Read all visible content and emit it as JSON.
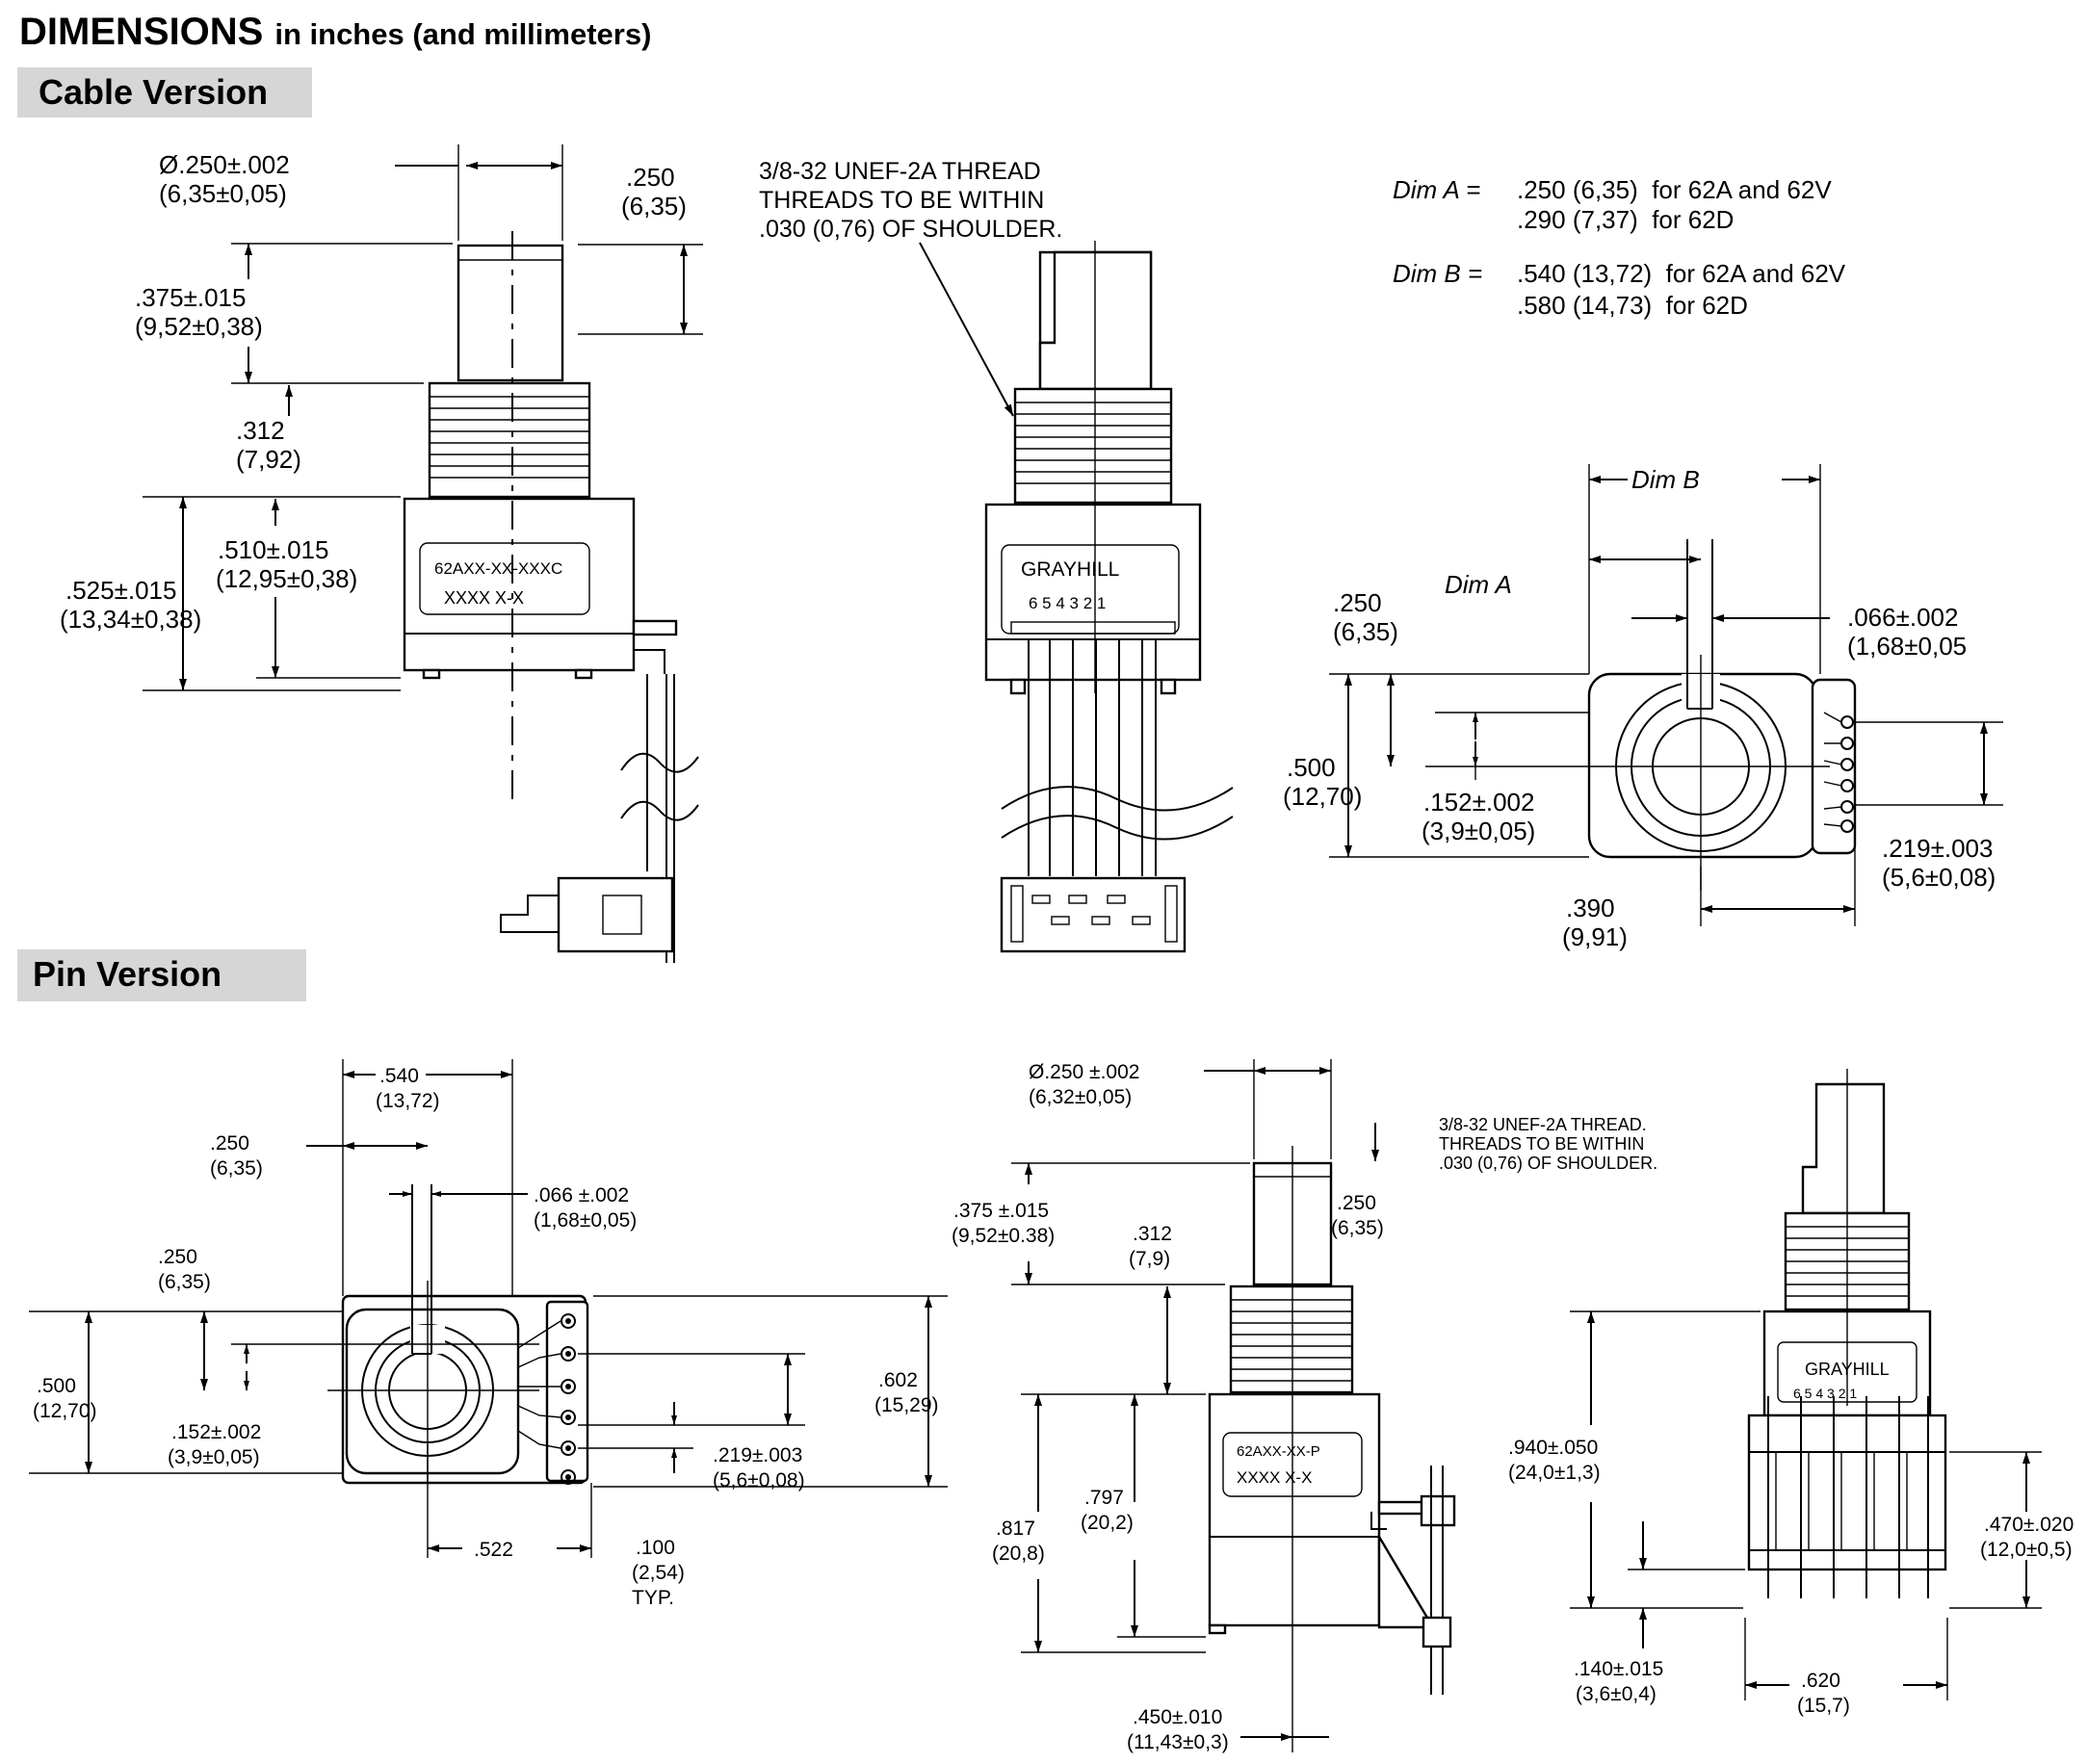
{
  "title": "DIMENSIONS",
  "title_sub": "in inches (and millimeters)",
  "cable": {
    "heading": "Cable Version",
    "side": {
      "shaft_dia": [
        "Ø.250±.002",
        "(6,35±0,05)"
      ],
      "flat": [
        ".250",
        "(6,35)"
      ],
      "shaft_len": [
        ".375±.015",
        "(9,52±0,38)"
      ],
      "bushing": [
        ".312",
        "(7,92)"
      ],
      "body_inner": [
        ".510±.015",
        "(12,95±0,38)"
      ],
      "body_total": [
        ".525±.015",
        "(13,34±0,38)"
      ],
      "marking1": "62AXX-XX-XXXC",
      "marking2": "XXXX X-X"
    },
    "front": {
      "thread_note": [
        "3/8-32 UNEF-2A THREAD",
        "THREADS TO BE WITHIN",
        ".030 (0,76) OF SHOULDER."
      ],
      "brand": "GRAYHILL",
      "pins": "6 5 4 3 2 1"
    },
    "dims": {
      "dim_a_label": "Dim A =",
      "dim_a_lines": [
        ".250 (6,35)  for 62A and 62V",
        ".290 (7,37)  for 62D"
      ],
      "dim_b_label": "Dim B =",
      "dim_b_lines": [
        ".540 (13,72)  for 62A and 62V",
        ".580 (14,73)  for 62D"
      ]
    },
    "top": {
      "dim_b": "Dim B",
      "dim_a": "Dim A",
      "left250": [
        ".250",
        "(6,35)"
      ],
      "slot": [
        ".066±.002",
        "(1,68±0,05"
      ],
      "h500": [
        ".500",
        "(12,70)"
      ],
      "c152": [
        ".152±.002",
        "(3,9±0,05)"
      ],
      "p219": [
        ".219±.003",
        "(5,6±0,08)"
      ],
      "w390": [
        ".390",
        "(9,91)"
      ]
    }
  },
  "pin": {
    "heading": "Pin Version",
    "top": {
      "w540": [
        ".540",
        "(13,72)"
      ],
      "w250": [
        ".250",
        "(6,35)"
      ],
      "slot": [
        ".066 ±.002",
        "(1,68±0,05)"
      ],
      "left250": [
        ".250",
        "(6,35)"
      ],
      "h500": [
        ".500",
        "(12,70)"
      ],
      "c152": [
        ".152±.002",
        "(3,9±0,05)"
      ],
      "h602": [
        ".602",
        "(15,29)"
      ],
      "p219": [
        ".219±.003",
        "(5,6±0,08)"
      ],
      "w522": ".522",
      "pitch": [
        ".100",
        "(2,54)",
        "TYP."
      ]
    },
    "side": {
      "shaft_dia": [
        "Ø.250 ±.002",
        "(6,32±0,05)"
      ],
      "shaft_len": [
        ".375 ±.015",
        "(9,52±0.38)"
      ],
      "flat": [
        ".250",
        "(6,35)"
      ],
      "bushing": [
        ".312",
        "(7,9)"
      ],
      "h797": [
        ".797",
        "(20,2)"
      ],
      "h817": [
        ".817",
        "(20,8)"
      ],
      "w450": [
        ".450±.010",
        "(11,43±0,3)"
      ],
      "marking1": "62AXX-XX-P",
      "marking2": "XXXX X-X",
      "thread_note": [
        "3/8-32 UNEF-2A THREAD.",
        "THREADS TO BE WITHIN",
        ".030 (0,76) OF SHOULDER."
      ]
    },
    "front": {
      "brand": "GRAYHILL",
      "pins": "6 5 4 3 2 1",
      "h940": [
        ".940±.050",
        "(24,0±1,3)"
      ],
      "h470": [
        ".470±.020",
        "(12,0±0,5)"
      ],
      "h140": [
        ".140±.015",
        "(3,6±0,4)"
      ],
      "w620": [
        ".620",
        "(15,7)"
      ]
    }
  }
}
